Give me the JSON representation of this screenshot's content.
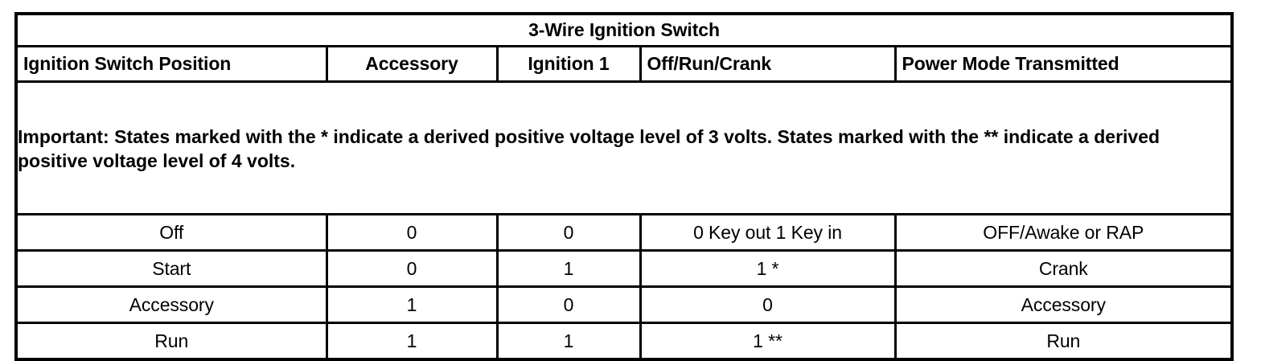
{
  "table": {
    "title": "3-Wire Ignition Switch",
    "columns": [
      {
        "label": "Ignition Switch Position",
        "align": "left"
      },
      {
        "label": "Accessory",
        "align": "center"
      },
      {
        "label": "Ignition 1",
        "align": "center"
      },
      {
        "label": "Off/Run/Crank",
        "align": "left"
      },
      {
        "label": "Power Mode Transmitted",
        "align": "left"
      }
    ],
    "note": "Important: States marked with the * indicate a derived positive voltage level of 3 volts. States marked with the ** indicate a derived positive voltage level of 4 volts.",
    "rows": [
      {
        "position": "Off",
        "accessory": "0",
        "ignition_1": "0",
        "off_run_crank": "0 Key out 1 Key in",
        "power_mode": "OFF/Awake or RAP"
      },
      {
        "position": "Start",
        "accessory": "0",
        "ignition_1": "1",
        "off_run_crank": "1 *",
        "power_mode": "Crank"
      },
      {
        "position": "Accessory",
        "accessory": "1",
        "ignition_1": "0",
        "off_run_crank": "0",
        "power_mode": "Accessory"
      },
      {
        "position": "Run",
        "accessory": "1",
        "ignition_1": "1",
        "off_run_crank": "1 **",
        "power_mode": "Run"
      }
    ]
  },
  "colors": {
    "border": "#000000",
    "background": "#ffffff",
    "text": "#000000"
  }
}
